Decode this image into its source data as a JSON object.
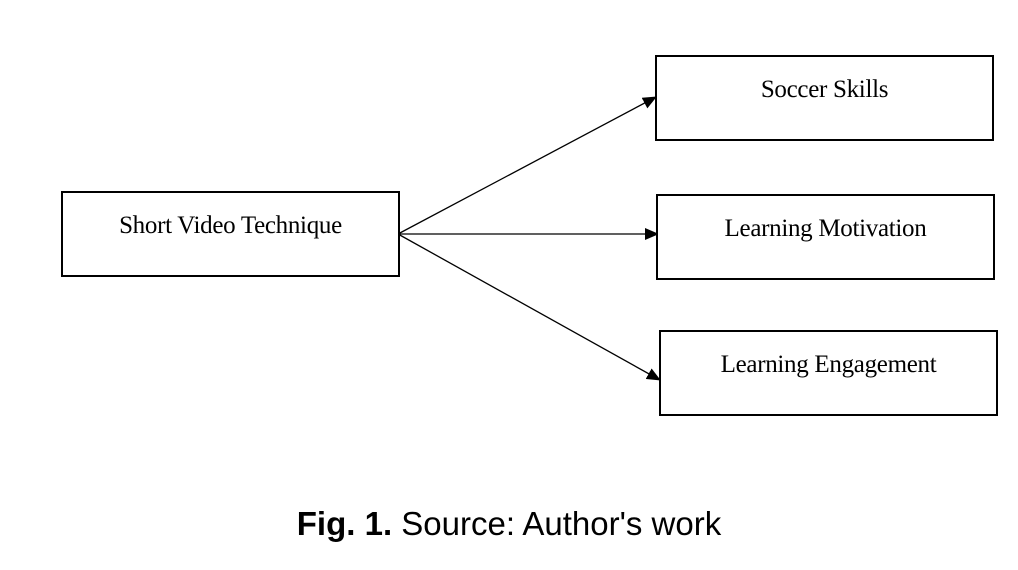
{
  "diagram": {
    "source": {
      "label": "Short Video Technique"
    },
    "targets": [
      {
        "label": "Soccer Skills"
      },
      {
        "label": "Learning Motivation"
      },
      {
        "label": "Learning Engagement"
      }
    ],
    "edges": [
      {
        "from": "Short Video Technique",
        "to": "Soccer Skills"
      },
      {
        "from": "Short Video Technique",
        "to": "Learning Motivation"
      },
      {
        "from": "Short Video Technique",
        "to": "Learning Engagement"
      }
    ]
  },
  "caption": {
    "label": "Fig. 1.",
    "text": " Source: Author's work"
  }
}
